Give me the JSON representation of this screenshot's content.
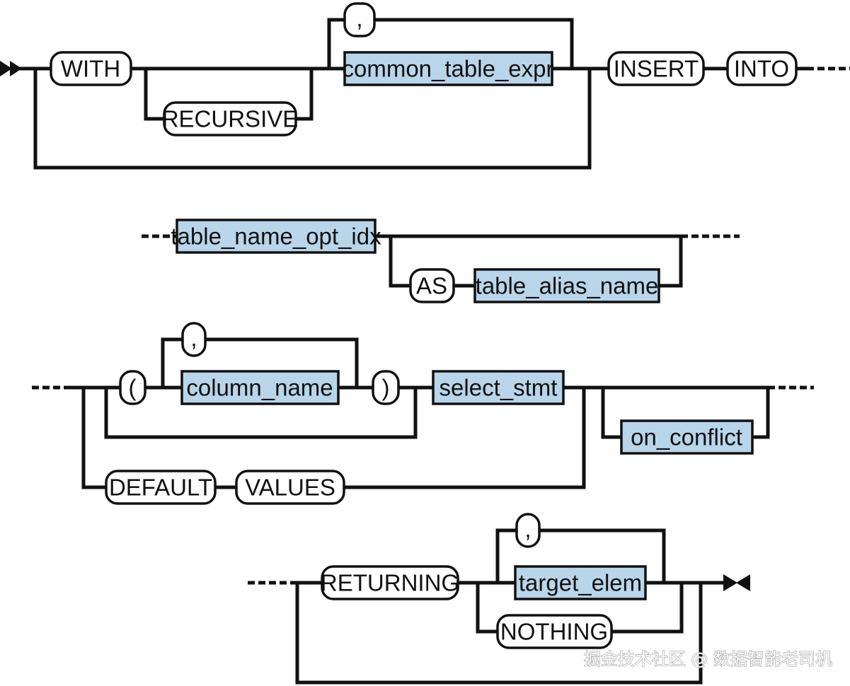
{
  "terminals": {
    "with": "WITH",
    "recursive": "RECURSIVE",
    "comma_cte": ",",
    "insert": "INSERT",
    "into": "INTO",
    "as": "AS",
    "lparen": "(",
    "comma_col": ",",
    "rparen": ")",
    "default": "DEFAULT",
    "values": "VALUES",
    "returning": "RETURNING",
    "comma_target": ",",
    "nothing": "NOTHING"
  },
  "nonterminals": {
    "common_table_expr": "common_table_expr",
    "table_name_opt_idx": "table_name_opt_idx",
    "table_alias_name": "table_alias_name",
    "column_name": "column_name",
    "select_stmt": "select_stmt",
    "on_conflict": "on_conflict",
    "target_elem": "target_elem"
  },
  "watermark": "掘金技术社区 @ 数据智能老司机",
  "colors": {
    "nonterminal_fill": "#b9d5ea",
    "terminal_fill": "#ffffff",
    "line": "#111111"
  }
}
